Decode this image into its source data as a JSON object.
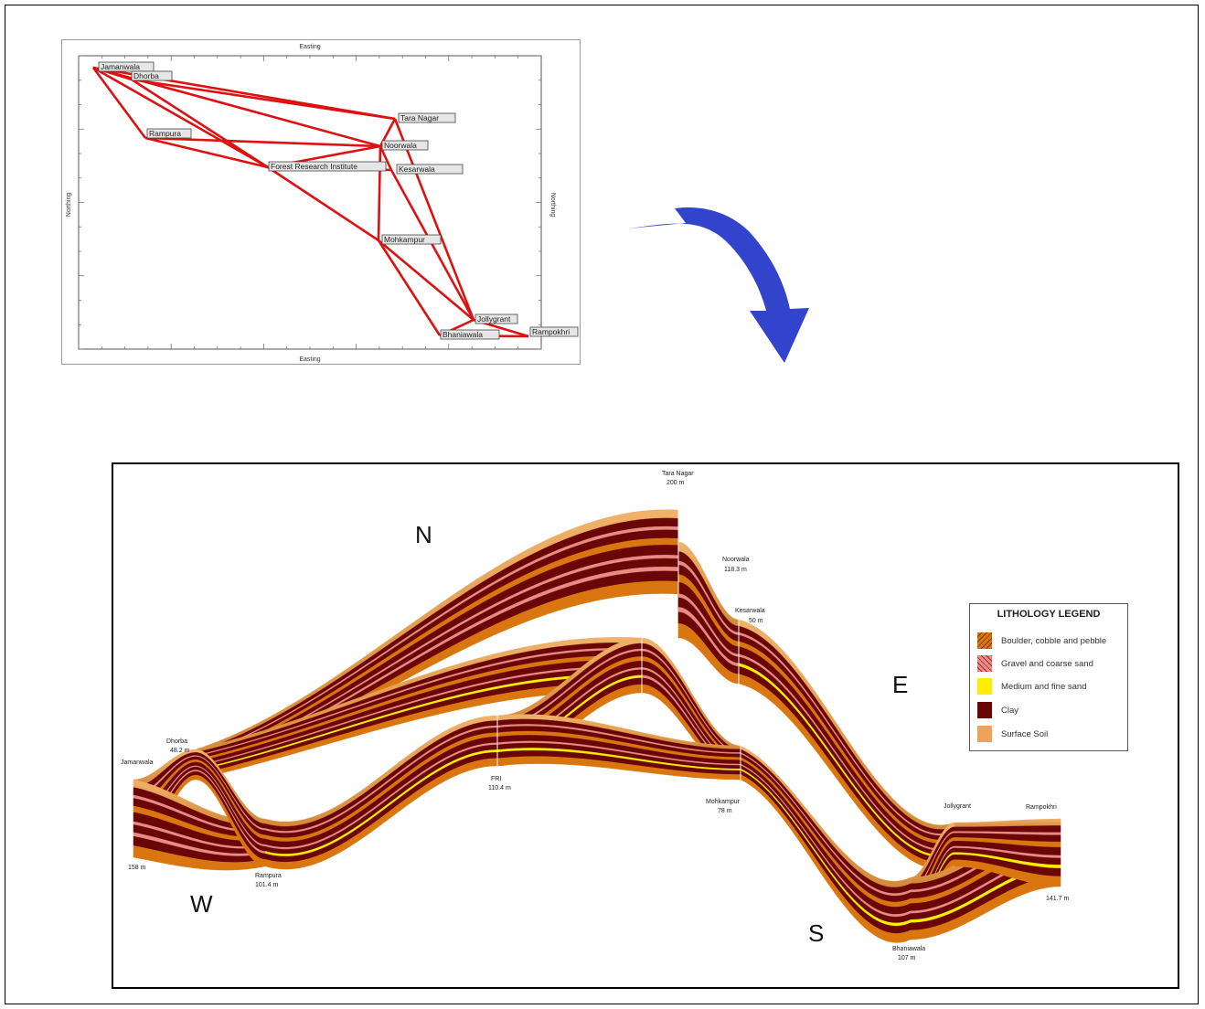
{
  "map": {
    "top_axis_label": "Easting",
    "bottom_axis_label": "Easting",
    "left_axis_label": "Northing",
    "right_axis_label": "Northing",
    "stations": [
      {
        "id": "jamanwala",
        "name": "Jamanwala"
      },
      {
        "id": "dhorba",
        "name": "Dhorba"
      },
      {
        "id": "rampura",
        "name": "Rampura"
      },
      {
        "id": "tara",
        "name": "Tara Nagar"
      },
      {
        "id": "noorwala",
        "name": "Noorwala"
      },
      {
        "id": "fri",
        "name": "Forest Research Institute"
      },
      {
        "id": "kesarwala",
        "name": "Kesarwala"
      },
      {
        "id": "mohkampur",
        "name": "Mohkampur"
      },
      {
        "id": "jolly",
        "name": "Jollygrant"
      },
      {
        "id": "bhaniawala",
        "name": "Bhaniawala"
      },
      {
        "id": "rampokhri",
        "name": "Rampokhri"
      }
    ]
  },
  "fence": {
    "labels": {
      "jamanwala_name": "Jamanwala",
      "jamanwala_val": "158 m",
      "dhorba_name": "Dhorba",
      "dhorba_val": "48.2 m",
      "rampura_name": "Rampura",
      "rampura_val": "101.4 m",
      "fri_name": "FRI",
      "fri_val": "110.4 m",
      "tara_name": "Tara Nagar",
      "tara_val": "200 m",
      "noorwala_name": "Noorwala",
      "noorwala_val": "118.3 m",
      "kesarwala_name": "Kesarwala",
      "kesarwala_val": "50 m",
      "mohkampur_name": "Mohkampur",
      "mohkampur_val": "78 m",
      "jolly_name": "Jollygrant",
      "bhaniawala_name": "Bhaniawala",
      "bhaniawala_val": "107 m",
      "rampokhri_name": "Rampokhri",
      "rampokhri_val": "141.7 m"
    },
    "compass": {
      "N": "N",
      "E": "E",
      "S": "S",
      "W": "W"
    }
  },
  "legend": {
    "title": "LITHOLOGY LEGEND",
    "items": [
      {
        "label": "Boulder, cobble and pebble",
        "color": "#d9760f"
      },
      {
        "label": "Gravel and coarse sand",
        "color": "#e88b84"
      },
      {
        "label": "Medium and fine  sand",
        "color": "#ffee00"
      },
      {
        "label": "Clay",
        "color": "#6b0606"
      },
      {
        "label": "Surface  Soil",
        "color": "#f0a25a"
      }
    ]
  },
  "colors": {
    "network_line": "#dd1111",
    "arrow": "#3344cc",
    "clay": "#6b0606",
    "boulder": "#d9760f",
    "gravel": "#e88b84",
    "sand": "#ffee00",
    "soil": "#f0a25a"
  }
}
